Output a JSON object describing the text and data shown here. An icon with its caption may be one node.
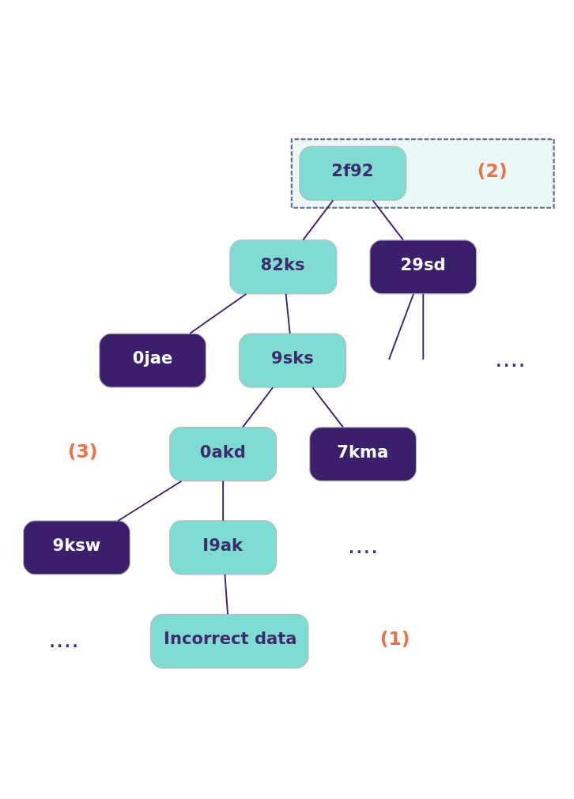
{
  "diagram": {
    "nodes": [
      {
        "text": [],
        "shape": "box"
      },
      {
        "text": [
          "2f92"
        ],
        "in": 0,
        "beside": [
          "(2)"
        ]
      },
      {
        "text": [
          "82ks"
        ]
      },
      {
        "text": [
          "29sd"
        ]
      },
      {
        "text": [
          "0jae"
        ]
      },
      {
        "text": [
          "9sks"
        ]
      },
      {
        "text": [
          "0akd"
        ],
        "beside": [
          "(3)"
        ]
      },
      {
        "text": [
          "7kma"
        ]
      },
      {
        "text": [
          "9ksw"
        ]
      },
      {
        "text": [
          "I9ak"
        ]
      },
      {
        "text": [
          "Incorrect data"
        ],
        "beside": [
          "(1)"
        ]
      }
    ],
    "edges": [
      {
        "from": 1,
        "to": 2,
        "arrow": "none"
      },
      {
        "from": 1,
        "to": 3,
        "arrow": "none"
      },
      {
        "from": 2,
        "to": 4,
        "arrow": "none"
      },
      {
        "from": 2,
        "to": 5,
        "arrow": "none"
      },
      {
        "from": 3,
        "to": null,
        "arrow": "none"
      },
      {
        "from": 3,
        "to": null,
        "arrow": "none"
      },
      {
        "from": 5,
        "to": 6,
        "arrow": "none"
      },
      {
        "from": 5,
        "to": 7,
        "arrow": "none"
      },
      {
        "from": 6,
        "to": 8,
        "arrow": "none"
      },
      {
        "from": 6,
        "to": 9,
        "arrow": "none"
      },
      {
        "from": 9,
        "to": 10,
        "arrow": "none"
      }
    ],
    "labels": [
      "....",
      "....",
      "...."
    ]
  }
}
